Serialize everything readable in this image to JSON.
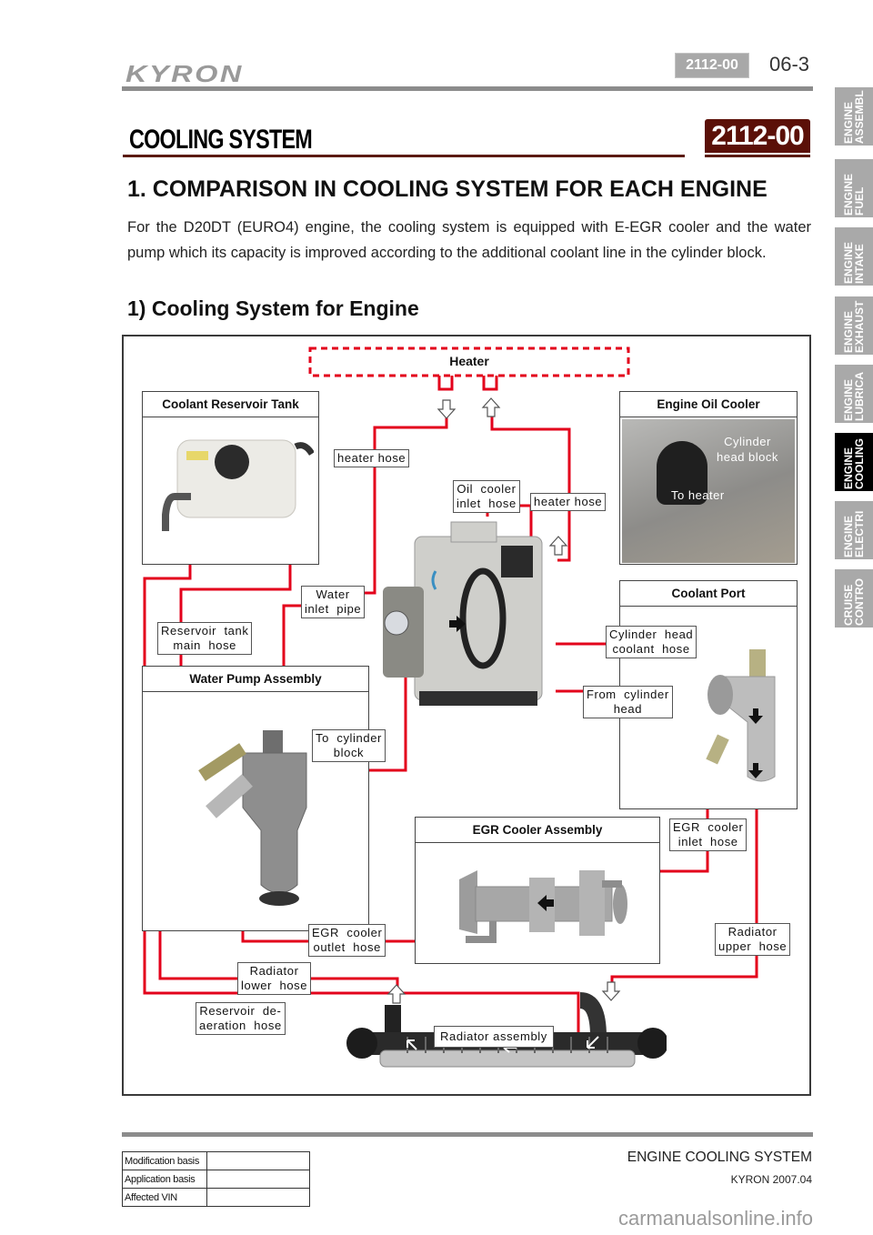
{
  "header": {
    "brand": "KYRON",
    "code_badge": "2112-00",
    "page_number": "06-3"
  },
  "section": {
    "title": "COOLING SYSTEM",
    "code_badge": "2112-00"
  },
  "side_tabs": [
    {
      "label": "ENGINE\nASSEMBL",
      "active": false
    },
    {
      "label": "ENGINE\nFUEL",
      "active": false
    },
    {
      "label": "ENGINE\nINTAKE",
      "active": false
    },
    {
      "label": "ENGINE\nEXHAUST",
      "active": false
    },
    {
      "label": "ENGINE\nLUBRICA",
      "active": false
    },
    {
      "label": "ENGINE\nCOOLING",
      "active": true
    },
    {
      "label": "ENGINE\nELECTRI",
      "active": false
    },
    {
      "label": "CRUISE\nCONTRO",
      "active": false
    }
  ],
  "content": {
    "heading": "1. COMPARISON IN COOLING SYSTEM FOR EACH ENGINE",
    "paragraph": "For the D20DT (EURO4) engine, the cooling system is equipped with E-EGR cooler and the water pump which its capacity is improved according to the additional coolant line in the cylinder block.",
    "subheading": "1) Cooling System for Engine"
  },
  "diagram": {
    "heater_label": "Heater",
    "panels": {
      "reservoir": "Coolant Reservoir Tank",
      "oil_cooler": "Engine Oil Cooler",
      "coolant_port": "Coolant Port",
      "water_pump": "Water Pump Assembly",
      "egr_cooler": "EGR Cooler Assembly"
    },
    "oil_cooler_annotations": {
      "cylinder_head_block": "Cylinder\nhead block",
      "to_heater": "To heater"
    },
    "labels": {
      "heater_hose_left": "heater  hose",
      "oil_cooler_inlet_hose": "Oil  cooler\ninlet  hose",
      "heater_hose_right": "heater  hose",
      "water_inlet_pipe": "Water\ninlet  pipe",
      "reservoir_tank_main_hose": "Reservoir  tank\nmain  hose",
      "cylinder_head_coolant_hose": "Cylinder  head\ncoolant  hose",
      "from_cylinder_head": "From  cylinder\nhead",
      "to_cylinder_block": "To  cylinder\nblock",
      "egr_cooler_inlet_hose": "EGR  cooler\ninlet  hose",
      "egr_cooler_outlet_hose": "EGR  cooler\noutlet  hose",
      "radiator_upper_hose": "Radiator\nupper  hose",
      "radiator_lower_hose": "Radiator\nlower  hose",
      "reservoir_deaeration_hose": "Reservoir  de-\naeration  hose",
      "radiator_assembly": "Radiator  assembly"
    },
    "line_color": "#e3001b"
  },
  "footer": {
    "table": [
      {
        "key": "Modification basis",
        "value": ""
      },
      {
        "key": "Application basis",
        "value": ""
      },
      {
        "key": "Affected VIN",
        "value": ""
      }
    ],
    "title": "ENGINE COOLING SYSTEM",
    "subtitle": "KYRON 2007.04",
    "watermark": "carmanualsonline.info"
  }
}
